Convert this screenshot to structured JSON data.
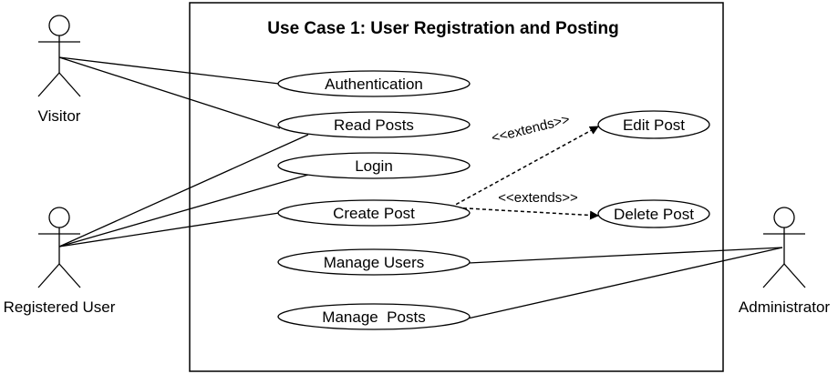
{
  "diagram": {
    "title": "Use Case 1: User Registration and Posting",
    "actors": {
      "visitor": "Visitor",
      "registered_user": "Registered User",
      "administrator": "Administrator"
    },
    "use_cases": {
      "authentication": "Authentication",
      "read_posts": "Read Posts",
      "login": "Login",
      "create_post": "Create Post",
      "manage_users": "Manage Users",
      "manage_posts": "Manage  Posts",
      "edit_post": "Edit Post",
      "delete_post": "Delete Post"
    },
    "relations": {
      "extends_edit": "<<extends>>",
      "extends_delete": "<<extends>>"
    }
  }
}
